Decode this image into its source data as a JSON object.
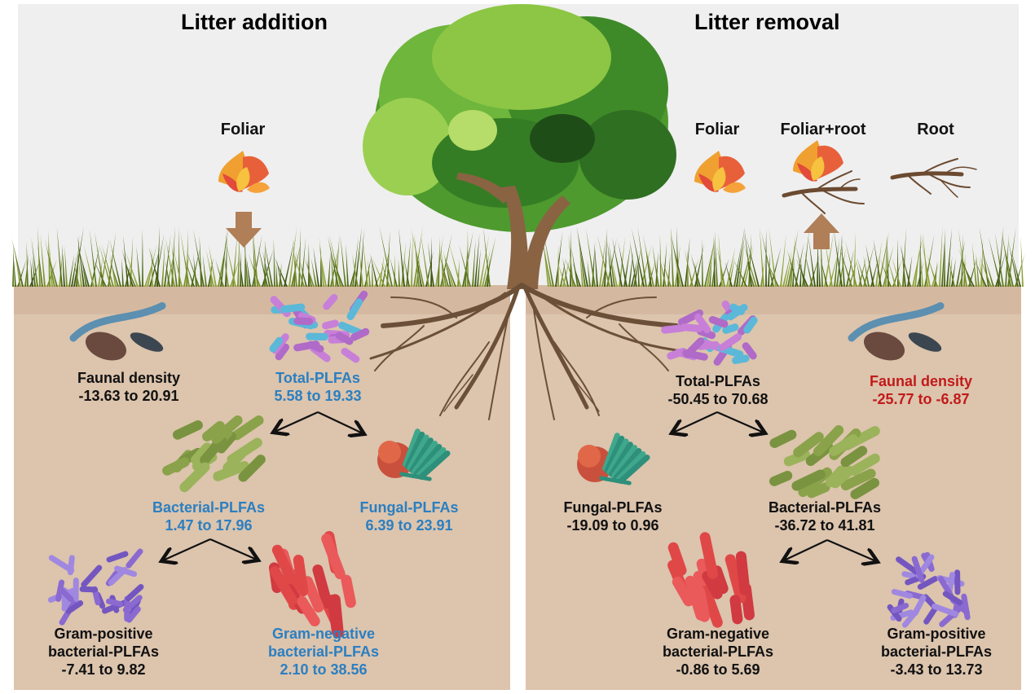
{
  "panels": {
    "left": {
      "title": "Litter addition",
      "treatments": [
        {
          "label": "Foliar",
          "icon": "leaves-icon"
        }
      ],
      "arrow_direction": "down",
      "nodes": {
        "faunal": {
          "name": "Faunal density",
          "range": "-13.63 to 20.91",
          "significance": "ns"
        },
        "total": {
          "name": "Total-PLFAs",
          "range": "5.58 to 19.33",
          "significance": "increase"
        },
        "bacterial": {
          "name": "Bacterial-PLFAs",
          "range": "1.47 to 17.96",
          "significance": "increase"
        },
        "fungal": {
          "name": "Fungal-PLFAs",
          "range": "6.39 to 23.91",
          "significance": "increase"
        },
        "gram_pos": {
          "name_line1": "Gram-positive",
          "name_line2": "bacterial-PLFAs",
          "range": "-7.41 to 9.82",
          "significance": "ns"
        },
        "gram_neg": {
          "name_line1": "Gram-negative",
          "name_line2": "bacterial-PLFAs",
          "range": "2.10 to 38.56",
          "significance": "increase"
        }
      }
    },
    "right": {
      "title": "Litter removal",
      "treatments": [
        {
          "label": "Foliar",
          "icon": "leaves-icon"
        },
        {
          "label": "Foliar+root",
          "icon": "leaves-and-root-icon"
        },
        {
          "label": "Root",
          "icon": "root-icon"
        }
      ],
      "arrow_direction": "up",
      "nodes": {
        "total": {
          "name": "Total-PLFAs",
          "range": "-50.45 to 70.68",
          "significance": "ns"
        },
        "faunal": {
          "name": "Faunal density",
          "range": "-25.77 to -6.87",
          "significance": "decrease"
        },
        "fungal": {
          "name": "Fungal-PLFAs",
          "range": "-19.09 to 0.96",
          "significance": "ns"
        },
        "bacterial": {
          "name": "Bacterial-PLFAs",
          "range": "-36.72 to 41.81",
          "significance": "ns"
        },
        "gram_neg": {
          "name_line1": "Gram-negative",
          "name_line2": "bacterial-PLFAs",
          "range": "-0.86 to 5.69",
          "significance": "ns"
        },
        "gram_pos": {
          "name_line1": "Gram-positive",
          "name_line2": "bacterial-PLFAs",
          "range": "-3.43 to 13.73",
          "significance": "ns"
        }
      }
    }
  },
  "colors": {
    "sky": "#efefef",
    "soil": "#dcc4ad",
    "increase": "#2b7fc1",
    "decrease": "#c21a1a",
    "neutral": "#111111",
    "litter_arrow": "#b07e57"
  }
}
